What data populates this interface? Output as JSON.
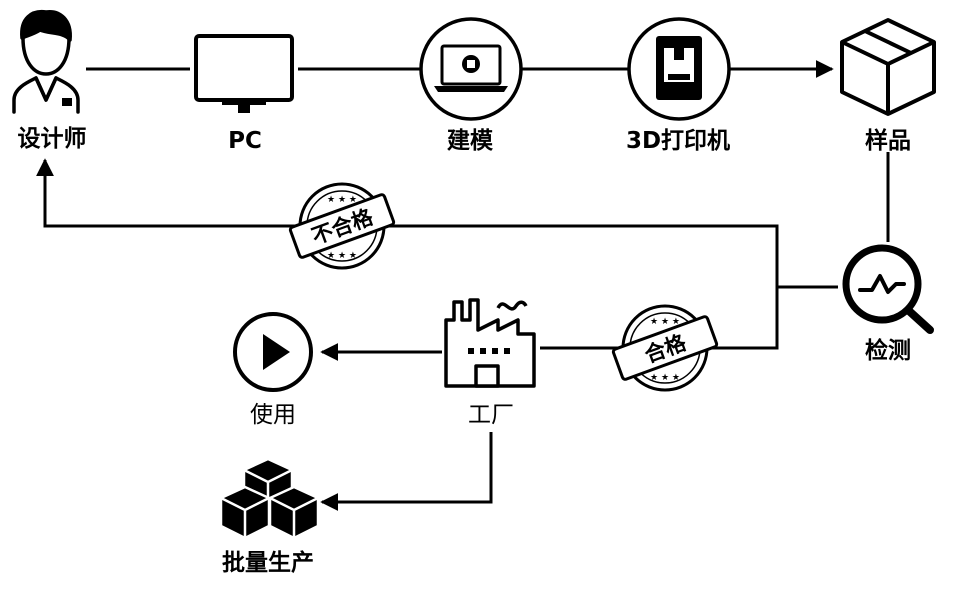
{
  "labels": {
    "designer": "设计师",
    "pc": "PC",
    "modeling": "建模",
    "printer": "3D打印机",
    "sample": "样品",
    "inspection": "检测",
    "factory": "工厂",
    "use": "使用",
    "mass_production": "批量生产"
  },
  "stamps": {
    "fail": "不合格",
    "pass": "合格"
  },
  "colors": {
    "ink": "#000000",
    "background": "#ffffff"
  }
}
